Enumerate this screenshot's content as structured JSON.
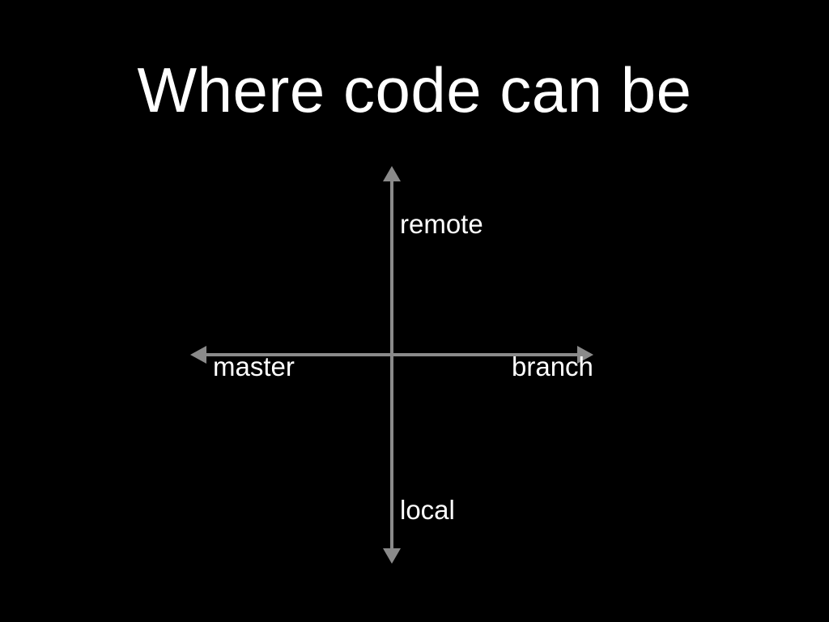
{
  "slide": {
    "title": "Where code can be"
  },
  "diagram": {
    "axis_labels": {
      "up": "remote",
      "left": "master",
      "right": "branch",
      "down": "local"
    },
    "axis_color": "#8a8a8a",
    "text_color": "#ffffff",
    "background": "#000000"
  }
}
